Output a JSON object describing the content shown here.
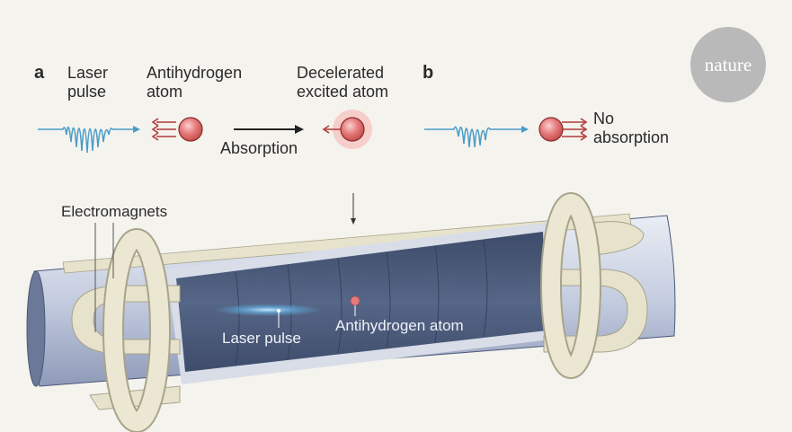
{
  "panel_a": {
    "label": "a",
    "laser_pulse": "Laser\npulse",
    "antihydrogen_atom": "Antihydrogen\natom",
    "decelerated": "Decelerated\nexcited atom",
    "absorption": "Absorption"
  },
  "panel_b": {
    "label": "b",
    "no_absorption": "No\nabsorption"
  },
  "logo": "nature",
  "apparatus": {
    "electromagnets": "Electromagnets",
    "laser_pulse": "Laser pulse",
    "antihydrogen_atom": "Antihydrogen atom"
  },
  "colors": {
    "background": "#f5f3ee",
    "laser": "#4a9cc8",
    "atom": "#e07070",
    "arrow": "#b03a3a",
    "tube": "#c9d0e0",
    "inner": "#4a5878",
    "magnet": "#e6e2cc"
  }
}
